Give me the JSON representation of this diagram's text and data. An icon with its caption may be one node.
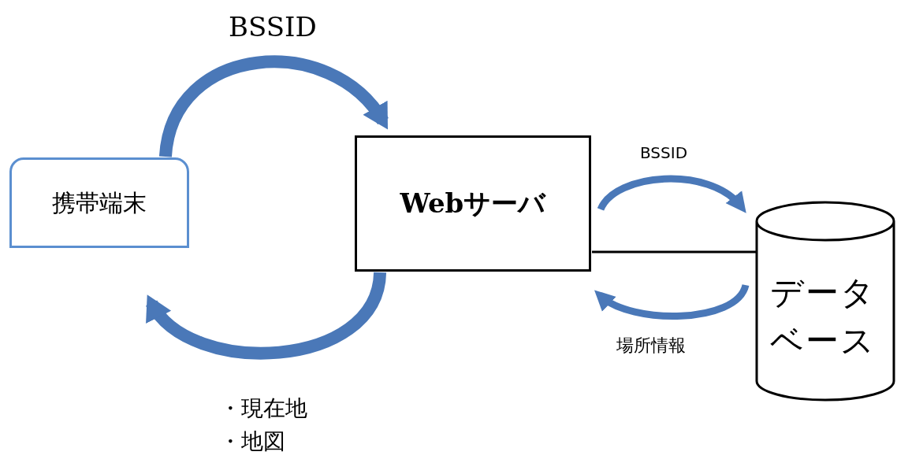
{
  "diagram": {
    "nodes": [
      {
        "text": [
          "携帯端末"
        ]
      },
      {
        "text": [
          "Webサーバ"
        ]
      },
      {
        "text": [
          "データベース"
        ]
      }
    ],
    "edges": [
      {
        "from": 0,
        "to": 1,
        "arrow": "to",
        "label": "BSSID"
      },
      {
        "from": 1,
        "to": 0,
        "arrow": "to"
      },
      {
        "from": 1,
        "to": 2,
        "arrow": "to",
        "label": "BSSID"
      },
      {
        "from": 2,
        "to": 1,
        "arrow": "to",
        "label": "場所情報"
      },
      {
        "from": 1,
        "to": 2,
        "arrow": "none",
        "color": "#000000"
      }
    ],
    "labels": [
      "・現在地",
      "・地図"
    ]
  }
}
